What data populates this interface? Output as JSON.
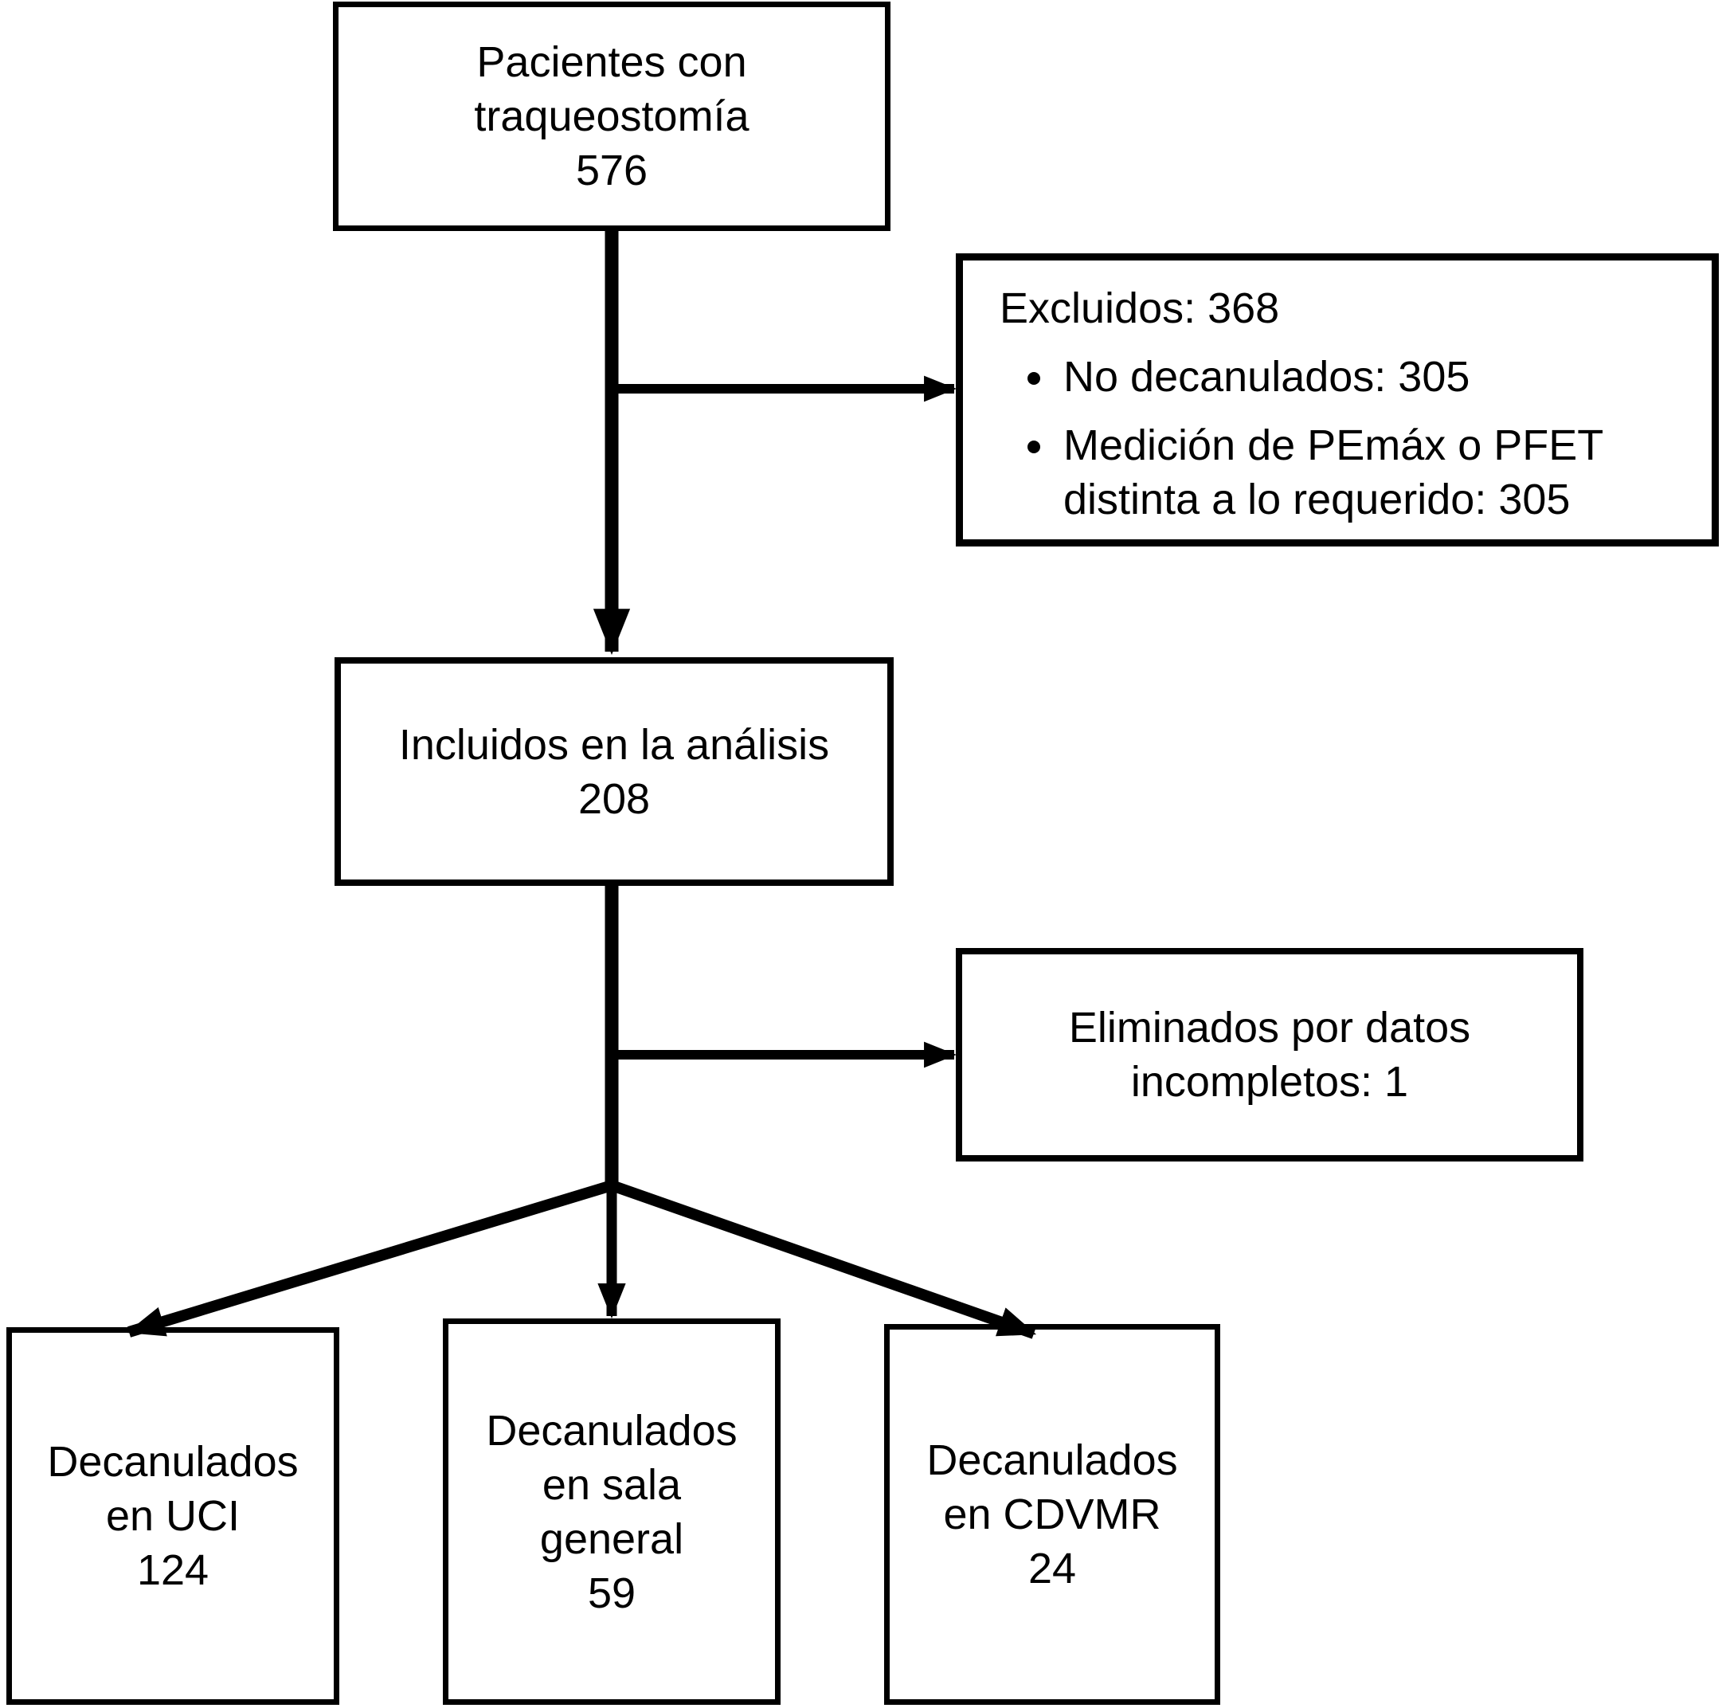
{
  "figure": {
    "type": "patient-flow-diagram",
    "background_color": "#ffffff",
    "line_color": "#000000",
    "text_color": "#000000"
  },
  "boxes": {
    "patients": {
      "lines": [
        "Pacientes con",
        "traqueostomía",
        "576"
      ]
    },
    "excluded": {
      "title": "Excluidos: 368",
      "bullets": [
        "No decanulados: 305",
        "Medición de PEmáx o PFET\ndistinta a lo requerido: 305"
      ]
    },
    "included": {
      "lines": [
        "Incluidos en la análisis",
        "208"
      ]
    },
    "eliminated": {
      "lines": [
        "Eliminados por datos",
        "incompletos: 1"
      ]
    },
    "decannulated_icu": {
      "lines": [
        "Decanulados",
        "en UCI",
        "124"
      ]
    },
    "decannulated_ward": {
      "lines": [
        "Decanulados",
        "en sala",
        "general",
        "59"
      ]
    },
    "decannulated_cdvmr": {
      "lines": [
        "Decanulados",
        "en CDVMR",
        "24"
      ]
    }
  }
}
